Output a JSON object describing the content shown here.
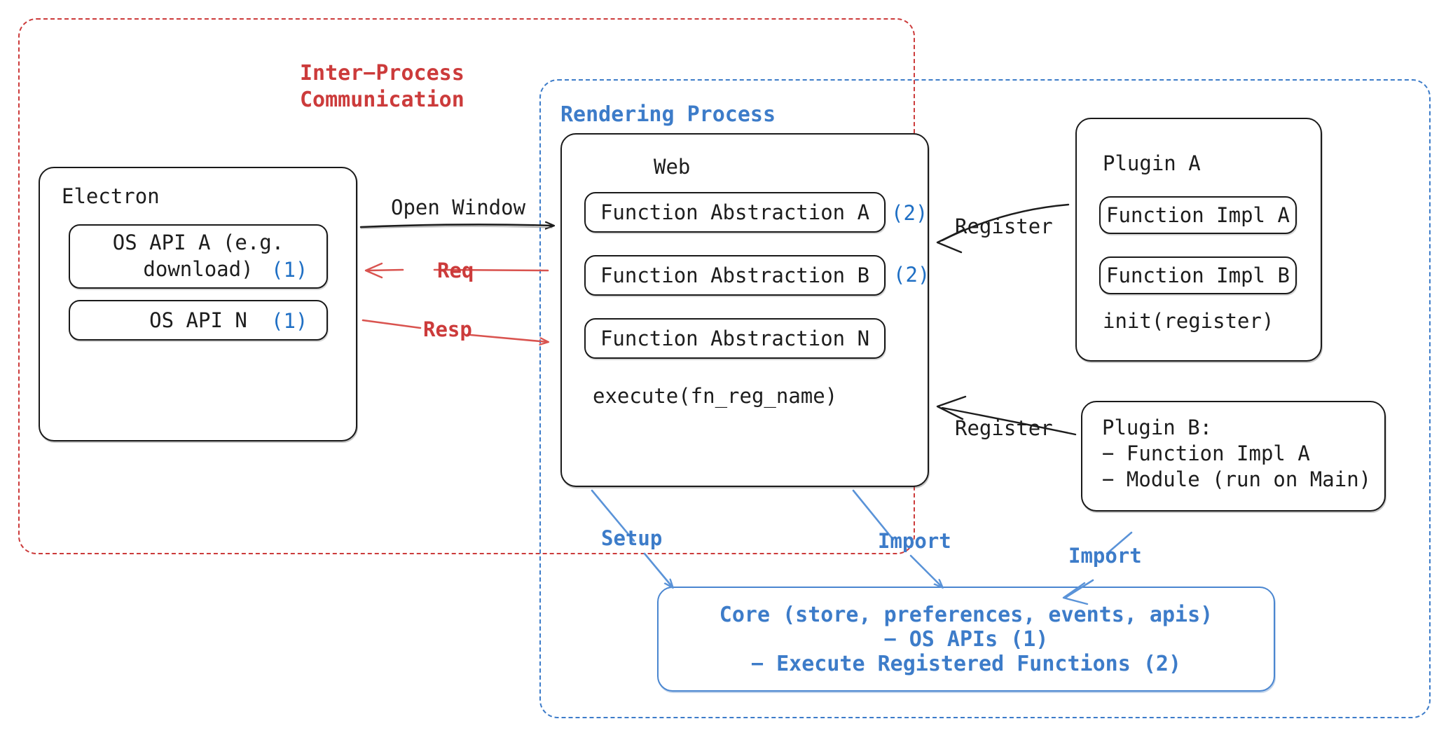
{
  "diagram": {
    "title": "Electron plugin architecture diagram",
    "colors": {
      "ipc_red": "#cc3b3b",
      "process_blue": "#3d7cc9",
      "core_blue": "#4a86d0",
      "ink_black": "#1d1d1d",
      "number_blue": "#1f6fc4"
    }
  },
  "containers": {
    "ipc": {
      "label": "Inter−Process\nCommunication",
      "style": "dashed-red"
    },
    "rendering_process": {
      "label": "Rendering Process",
      "style": "dashed-blue"
    }
  },
  "electron": {
    "title": "Electron",
    "items": [
      {
        "label": "OS API A (e.g.\ndownload)",
        "tag": "(1)"
      },
      {
        "label": "OS API N",
        "tag": "(1)"
      }
    ]
  },
  "web": {
    "title": "Web",
    "abstractions": [
      {
        "label": "Function Abstraction A",
        "tag": "(2)"
      },
      {
        "label": "Function Abstraction B",
        "tag": "(2)"
      },
      {
        "label": "Function Abstraction N",
        "tag": ""
      }
    ],
    "footer": "execute(fn_reg_name)"
  },
  "plugin_a": {
    "title": "Plugin A",
    "items": [
      "Function Impl A",
      "Function Impl B"
    ],
    "footer": "init(register)"
  },
  "plugin_b": {
    "lines": [
      "Plugin B:",
      "− Function Impl A",
      "− Module (run on Main)"
    ]
  },
  "core": {
    "lines": [
      "Core (store, preferences, events, apis)",
      "− OS APIs (1)",
      "− Execute Registered Functions (2)"
    ]
  },
  "edges": [
    {
      "id": "open-window",
      "label": "Open Window",
      "color": "#1d1d1d",
      "direction": "right"
    },
    {
      "id": "req",
      "label": "Req",
      "color": "#cc3b3b",
      "direction": "left"
    },
    {
      "id": "resp",
      "label": "Resp",
      "color": "#cc3b3b",
      "direction": "right"
    },
    {
      "id": "register-a",
      "label": "Register",
      "color": "#1d1d1d",
      "direction": "left"
    },
    {
      "id": "register-b",
      "label": "Register",
      "color": "#1d1d1d",
      "direction": "left"
    },
    {
      "id": "setup",
      "label": "Setup",
      "color": "#3d7cc9",
      "direction": "down"
    },
    {
      "id": "import-web",
      "label": "Import",
      "color": "#3d7cc9",
      "direction": "down"
    },
    {
      "id": "import-plugin-b",
      "label": "Import",
      "color": "#3d7cc9",
      "direction": "down-left"
    }
  ]
}
